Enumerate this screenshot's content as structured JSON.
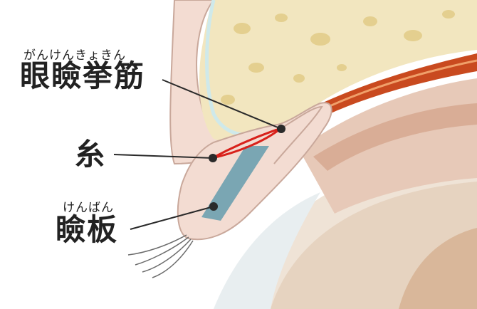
{
  "labels": {
    "levator": {
      "ruby": "がんけんきょきん",
      "text": "眼瞼挙筋"
    },
    "thread": {
      "text": "糸"
    },
    "tarsus": {
      "ruby": "けんばん",
      "text": "瞼板"
    }
  },
  "colors": {
    "bone": "#f2e6bf",
    "bone_spots": "#e4cf8f",
    "skin": "#f3dcd2",
    "skin_edge": "#c9a89b",
    "muscle": "#c94a1f",
    "tarsus": "#7aa6b3",
    "thread": "#d8211b",
    "leader": "#2a2a2a",
    "eyeball": "#f6efe7",
    "cornea": "#e8eef0"
  },
  "icons": [
    "leader-dot"
  ]
}
